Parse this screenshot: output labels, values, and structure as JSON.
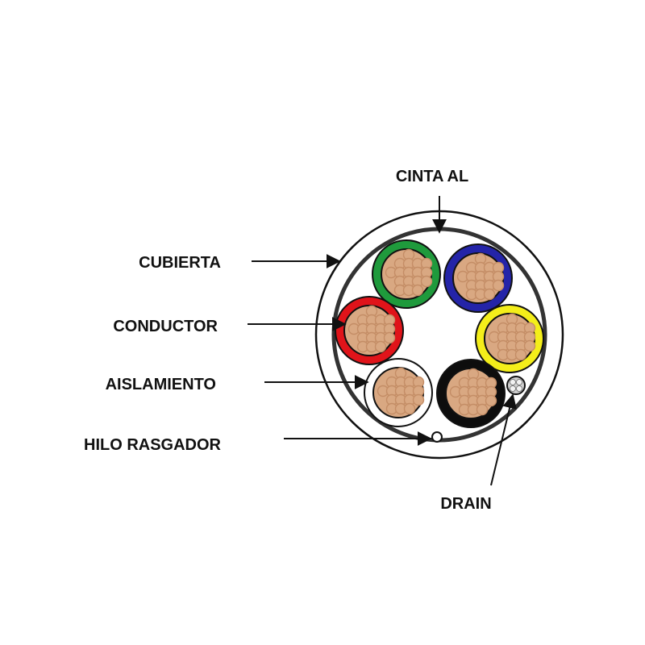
{
  "labels": {
    "cinta_al": "CINTA AL",
    "cubierta": "CUBIERTA",
    "conductor": "CONDUCTOR",
    "aislamiento": "AISLAMIENTO",
    "hilo_rasgador": "HILO RASGADOR",
    "drain": "DRAIN"
  },
  "colors": {
    "outline": "#111111",
    "jacket": "#ffffff",
    "copper": "#d9a882",
    "copper_strand": "#c48d66",
    "insulation_green": "#1f9a3c",
    "insulation_blue": "#2424a8",
    "insulation_red": "#e0141a",
    "insulation_yellow": "#f4ee1a",
    "insulation_white": "#ffffff",
    "insulation_black": "#0d0d0d",
    "drain": "#cfcfcf"
  }
}
